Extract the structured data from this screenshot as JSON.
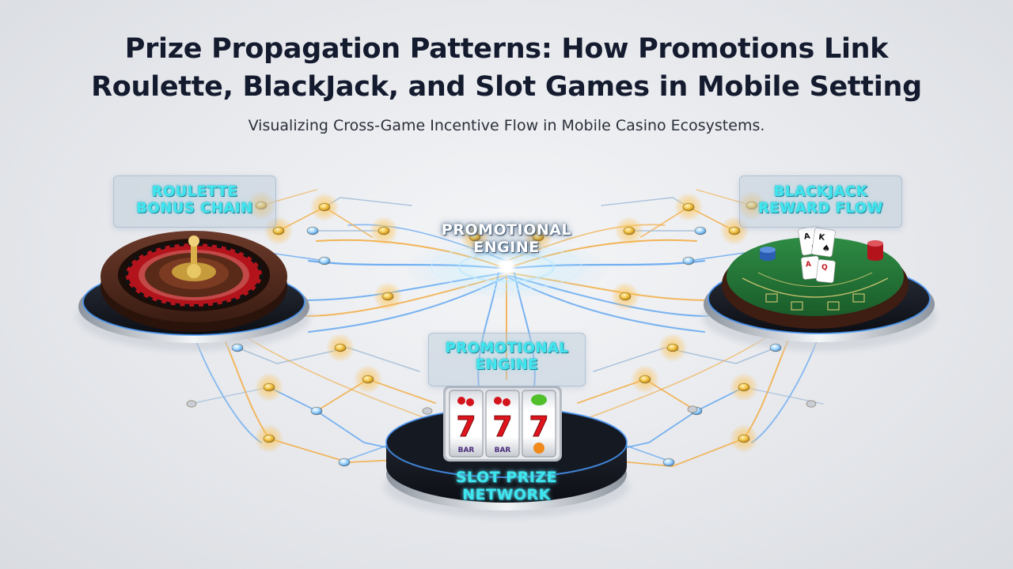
{
  "title": {
    "line1": "Prize Propagation Patterns: How Promotions Link",
    "line2": "Roulette, BlackJack, and Slot Games in Mobile Setting"
  },
  "subtitle": "Visualizing Cross-Game Incentive Flow in Mobile Casino Ecosystems.",
  "nodes": {
    "roulette": {
      "line1": "ROULETTE",
      "line2": "BONUS CHAIN",
      "icon": "roulette-wheel-icon"
    },
    "blackjack": {
      "line1": "BLACKJACK",
      "line2": "REWARD FLOW",
      "icon": "blackjack-table-icon"
    },
    "engine_top": {
      "line1": "PROMOTIONAL",
      "line2": "ENGINE"
    },
    "engine_mid": {
      "line1": "PROMOTIONAL",
      "line2": "ENGINE"
    },
    "slot": {
      "line1": "SLOT PRIZE",
      "line2": "NETWORK",
      "icon": "slot-machine-icon"
    }
  },
  "slot_reels": [
    "7",
    "7",
    "7"
  ],
  "slot_reel_labels": [
    "BAR",
    "BAR"
  ],
  "colors": {
    "flow_gold": "#f2a93b",
    "flow_blue": "#4a8fe8",
    "label_cyan": "#3fe6ee",
    "title": "#141b2e"
  }
}
